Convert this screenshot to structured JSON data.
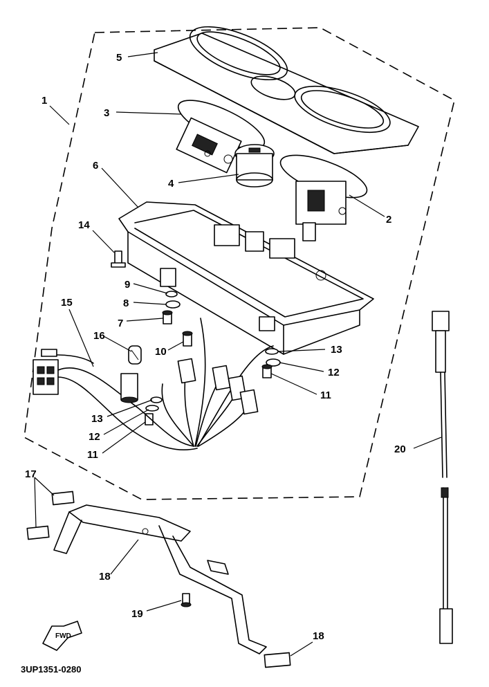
{
  "diagram_code": "3UP1351-0280",
  "fwd_label": "FWD",
  "callouts": [
    "1",
    "2",
    "3",
    "4",
    "5",
    "6",
    "7",
    "8",
    "9",
    "10",
    "11",
    "11",
    "12",
    "12",
    "13",
    "13",
    "14",
    "15",
    "16",
    "17",
    "18",
    "18",
    "19",
    "20"
  ]
}
